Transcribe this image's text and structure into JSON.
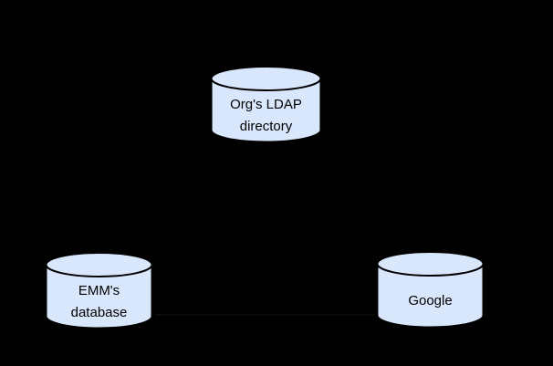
{
  "diagram": {
    "background_color": "#000000",
    "node_fill_color": "#d9e7fc",
    "node_stroke_color": "#000000",
    "label_color": "#000000",
    "nodes": {
      "ldap_directory": {
        "shape": "database-cylinder",
        "line1": "Org's LDAP",
        "line2": "directory"
      },
      "emm_database": {
        "shape": "database-cylinder",
        "line1": "EMM's",
        "line2": "database"
      },
      "google": {
        "shape": "database-cylinder",
        "line1": "Google"
      }
    },
    "connector": {
      "from": "emm_database",
      "to": "google",
      "color": "#0d0d0d"
    }
  }
}
